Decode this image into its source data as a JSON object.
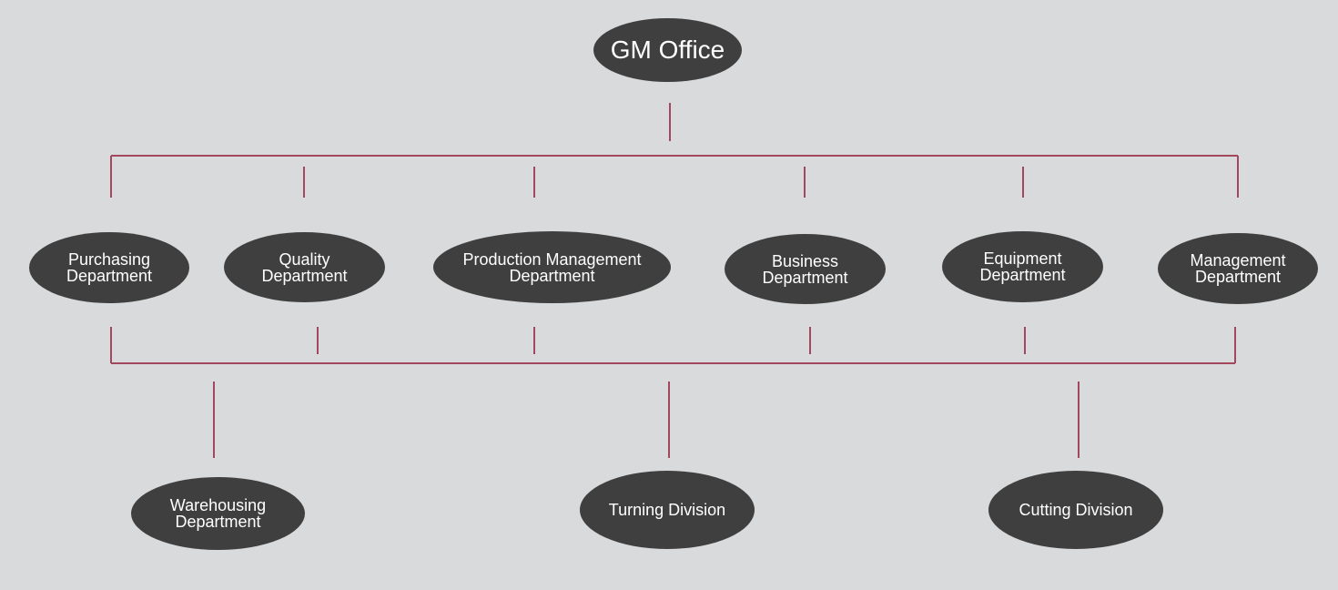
{
  "colors": {
    "background": "#d9dadb",
    "node_fill": "#3f3f3f",
    "node_text": "#ffffff",
    "connector": "#a3475f"
  },
  "org": {
    "top": "GM Office",
    "departments": [
      "Purchasing\nDepartment",
      "Quality\nDepartment",
      "Production Management\nDepartment",
      "Business\nDepartment",
      "Equipment\nDepartment",
      "Management\nDepartment"
    ],
    "divisions": [
      "Warehousing\nDepartment",
      "Turning Division",
      "Cutting Division"
    ]
  }
}
